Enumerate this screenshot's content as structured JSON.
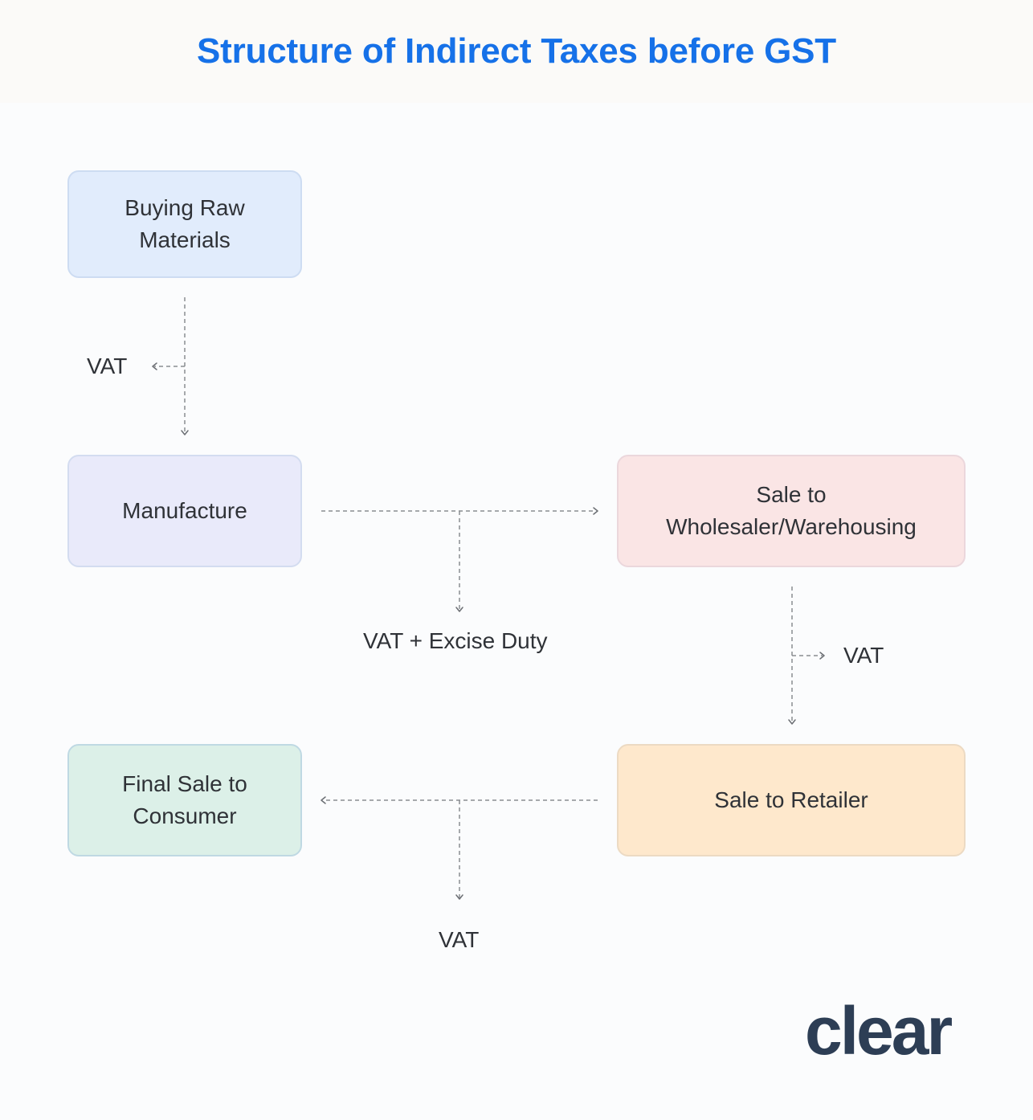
{
  "header": {
    "title": "Structure of Indirect Taxes before GST",
    "title_color": "#1671e8"
  },
  "nodes": [
    {
      "id": "buying-raw-materials",
      "label": "Buying Raw\nMaterials",
      "fill": "#e1ecfc"
    },
    {
      "id": "manufacture",
      "label": "Manufacture",
      "fill": "#e9eafa"
    },
    {
      "id": "sale-to-wholesaler",
      "label": "Sale to\nWholesaler/Warehousing",
      "fill": "#fae5e5"
    },
    {
      "id": "sale-to-retailer",
      "label": "Sale to Retailer",
      "fill": "#fee8cc"
    },
    {
      "id": "final-sale-to-consumer",
      "label": "Final Sale to\nConsumer",
      "fill": "#dcf0e8"
    }
  ],
  "tax_labels": {
    "raw_to_manufacture": "VAT",
    "manufacture_to_wholesaler": "VAT + Excise Duty",
    "wholesaler_to_retailer": "VAT",
    "retailer_to_consumer": "VAT"
  },
  "edges": [
    {
      "from": "buying-raw-materials",
      "to": "manufacture",
      "tax": "VAT"
    },
    {
      "from": "manufacture",
      "to": "sale-to-wholesaler",
      "tax": "VAT + Excise Duty"
    },
    {
      "from": "sale-to-wholesaler",
      "to": "sale-to-retailer",
      "tax": "VAT"
    },
    {
      "from": "sale-to-retailer",
      "to": "final-sale-to-consumer",
      "tax": "VAT"
    }
  ],
  "brand": {
    "logo_text": "clear",
    "logo_color": "#2d3e55"
  }
}
